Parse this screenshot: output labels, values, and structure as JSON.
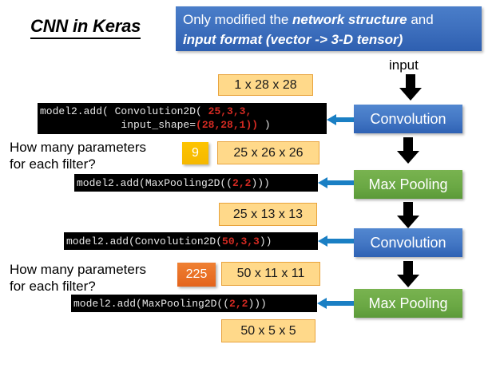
{
  "title": {
    "text": "CNN in Keras"
  },
  "banner": {
    "line1_pre": "Only modified the ",
    "line1_em": "network structure",
    "line1_post": " and",
    "line2_em": "input format (vector -> 3-D tensor)"
  },
  "input_label": "input",
  "shapes": [
    {
      "name": "shape-input",
      "text": "1 x 28 x 28"
    },
    {
      "name": "shape-conv1",
      "text": "25 x 26 x 26"
    },
    {
      "name": "shape-pool1",
      "text": "25 x 13 x 13"
    },
    {
      "name": "shape-conv2",
      "text": "50 x 11 x 11"
    },
    {
      "name": "shape-pool2",
      "text": "50 x 5 x 5"
    }
  ],
  "questions": [
    {
      "line1": "How many parameters",
      "line2": "for each filter?"
    },
    {
      "line1": "How many parameters",
      "line2": "for each filter?"
    }
  ],
  "badges": [
    {
      "value": "9",
      "color": "#fdc400"
    },
    {
      "value": "225",
      "color": "#e4641c"
    }
  ],
  "code": {
    "conv1_l1_a": "model2.add( Convolution2D( ",
    "conv1_l1_nums": "25,3,3,",
    "conv1_l2_a": "             input_shape=",
    "conv1_l2_nums": "(28,28,1))",
    "conv1_l2_b": " )",
    "pool1_a": "model2.add(MaxPooling2D((",
    "pool1_nums": "2,2",
    "pool1_b": ")))",
    "conv2_a": "model2.add(Convolution2D(",
    "conv2_nums": "50,3,3",
    "conv2_b": "))",
    "pool2_a": "model2.add(MaxPooling2D((",
    "pool2_nums": "2,2",
    "pool2_b": ")))"
  },
  "layers": [
    {
      "name": "layer-convolution-1",
      "label": "Convolution",
      "color": "#4478c5"
    },
    {
      "name": "layer-maxpooling-1",
      "label": "Max Pooling",
      "color": "#6aa844"
    },
    {
      "name": "layer-convolution-2",
      "label": "Convolution",
      "color": "#4478c5"
    },
    {
      "name": "layer-maxpooling-2",
      "label": "Max Pooling",
      "color": "#6aa844"
    }
  ],
  "colors": {
    "banner_blue": "#3f71bf",
    "shape_fill": "#ffd98a",
    "shape_border": "#e8a33d",
    "conv_blue": "#4478c5",
    "pool_green": "#6aa844",
    "connector_blue": "#1a7fc4",
    "code_bg": "#000000",
    "code_number_red": "#d42a22"
  }
}
